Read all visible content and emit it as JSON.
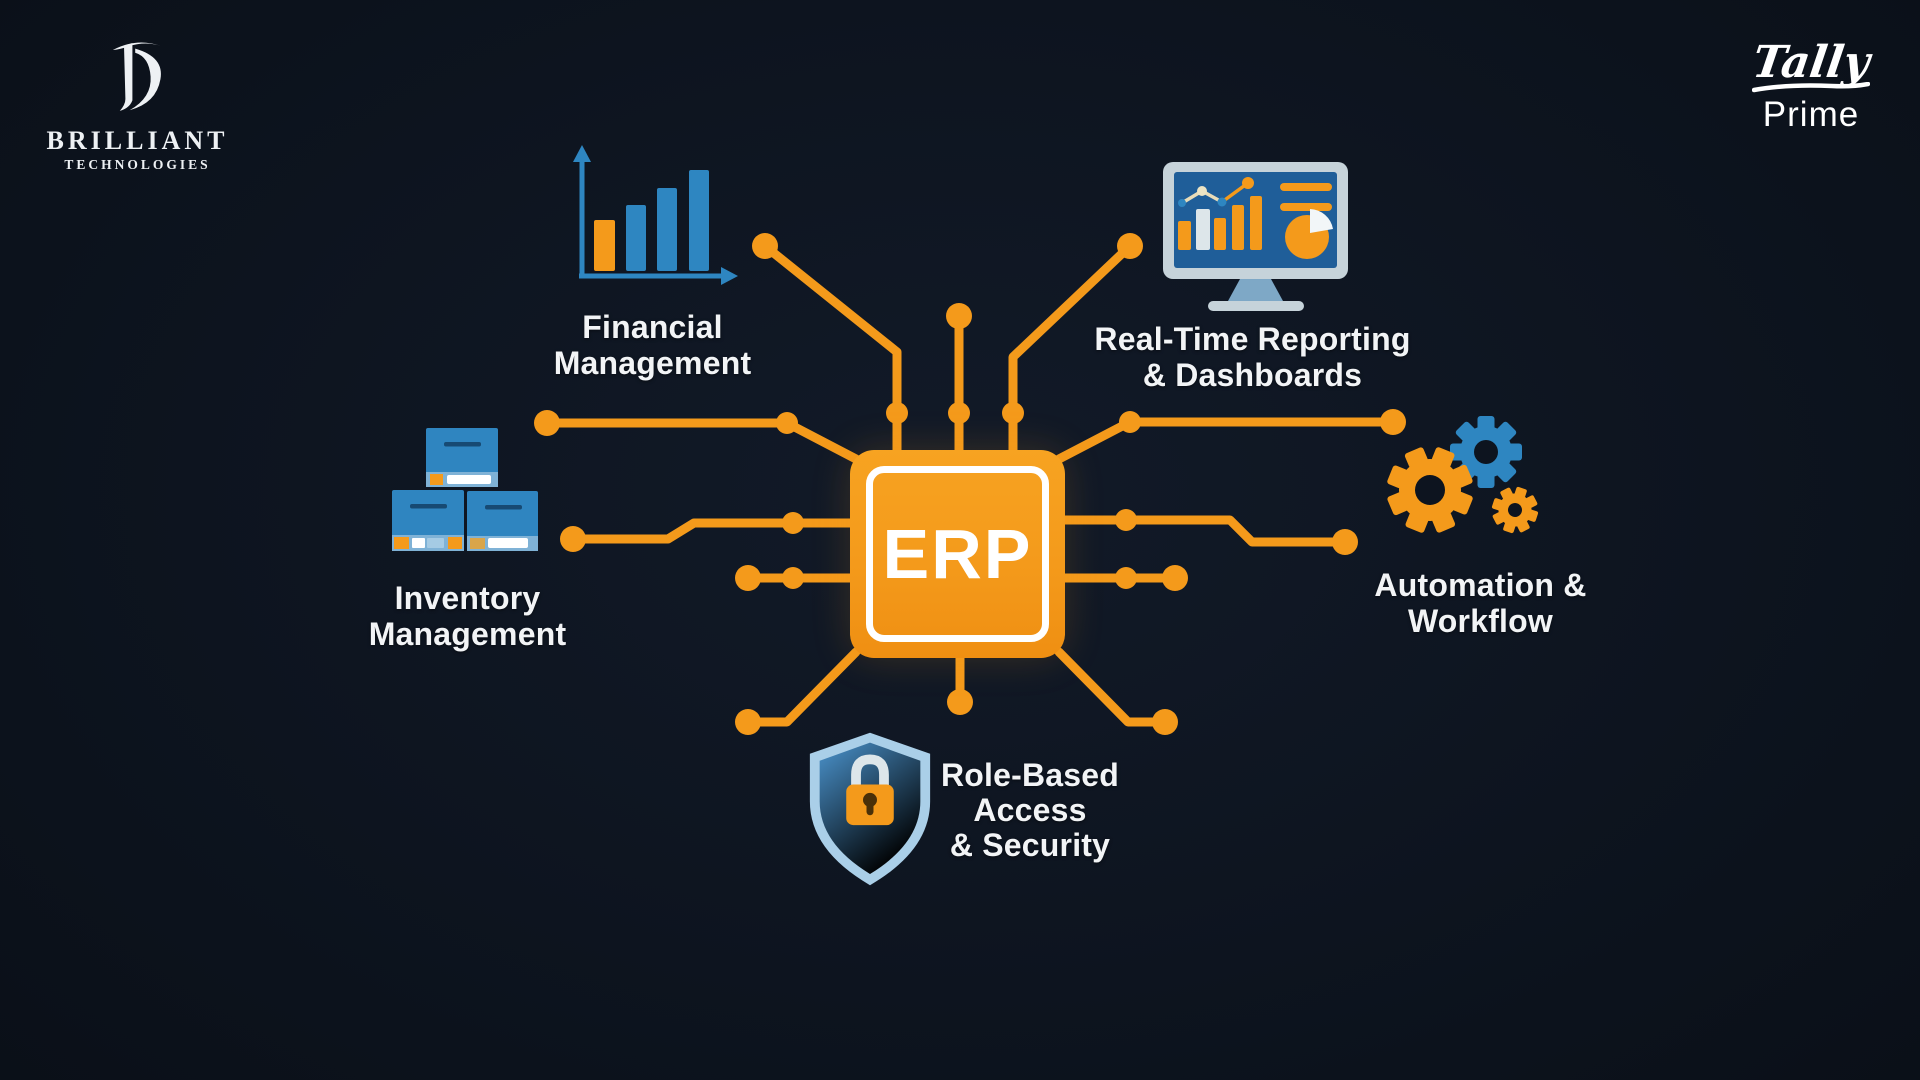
{
  "branding": {
    "left_logo": {
      "name": "BRILLIANT",
      "subtitle": "TECHNOLOGIES"
    },
    "right_logo": {
      "script": "Tally",
      "product": "Prime"
    }
  },
  "center": {
    "label": "ERP"
  },
  "nodes": {
    "financial": {
      "line1": "Financial",
      "line2": "Management"
    },
    "reporting": {
      "line1": "Real-Time Reporting",
      "line2": "& Dashboards"
    },
    "inventory": {
      "line1": "Inventory",
      "line2": "Management"
    },
    "automation": {
      "line1": "Automation &",
      "line2": "Workflow"
    },
    "security": {
      "line1": "Role-Based",
      "line2": "Access",
      "line3": "& Security"
    }
  },
  "icons": {
    "financial": "bar-chart-icon",
    "reporting": "dashboard-monitor-icon",
    "inventory": "inventory-boxes-icon",
    "automation": "gears-icon",
    "security": "shield-lock-icon",
    "center": "erp-chip",
    "left_brand": "brilliant-monogram-icon",
    "right_brand": "tally-prime-logo"
  },
  "colors": {
    "background": "#0d141f",
    "accent_orange": "#f49a1b",
    "accent_blue": "#2e86c1",
    "screen_blue": "#1f5e99",
    "monitor_frame": "#c6d3da",
    "shield_light_blue": "#aacfe8",
    "text": "#f2f4f6"
  }
}
